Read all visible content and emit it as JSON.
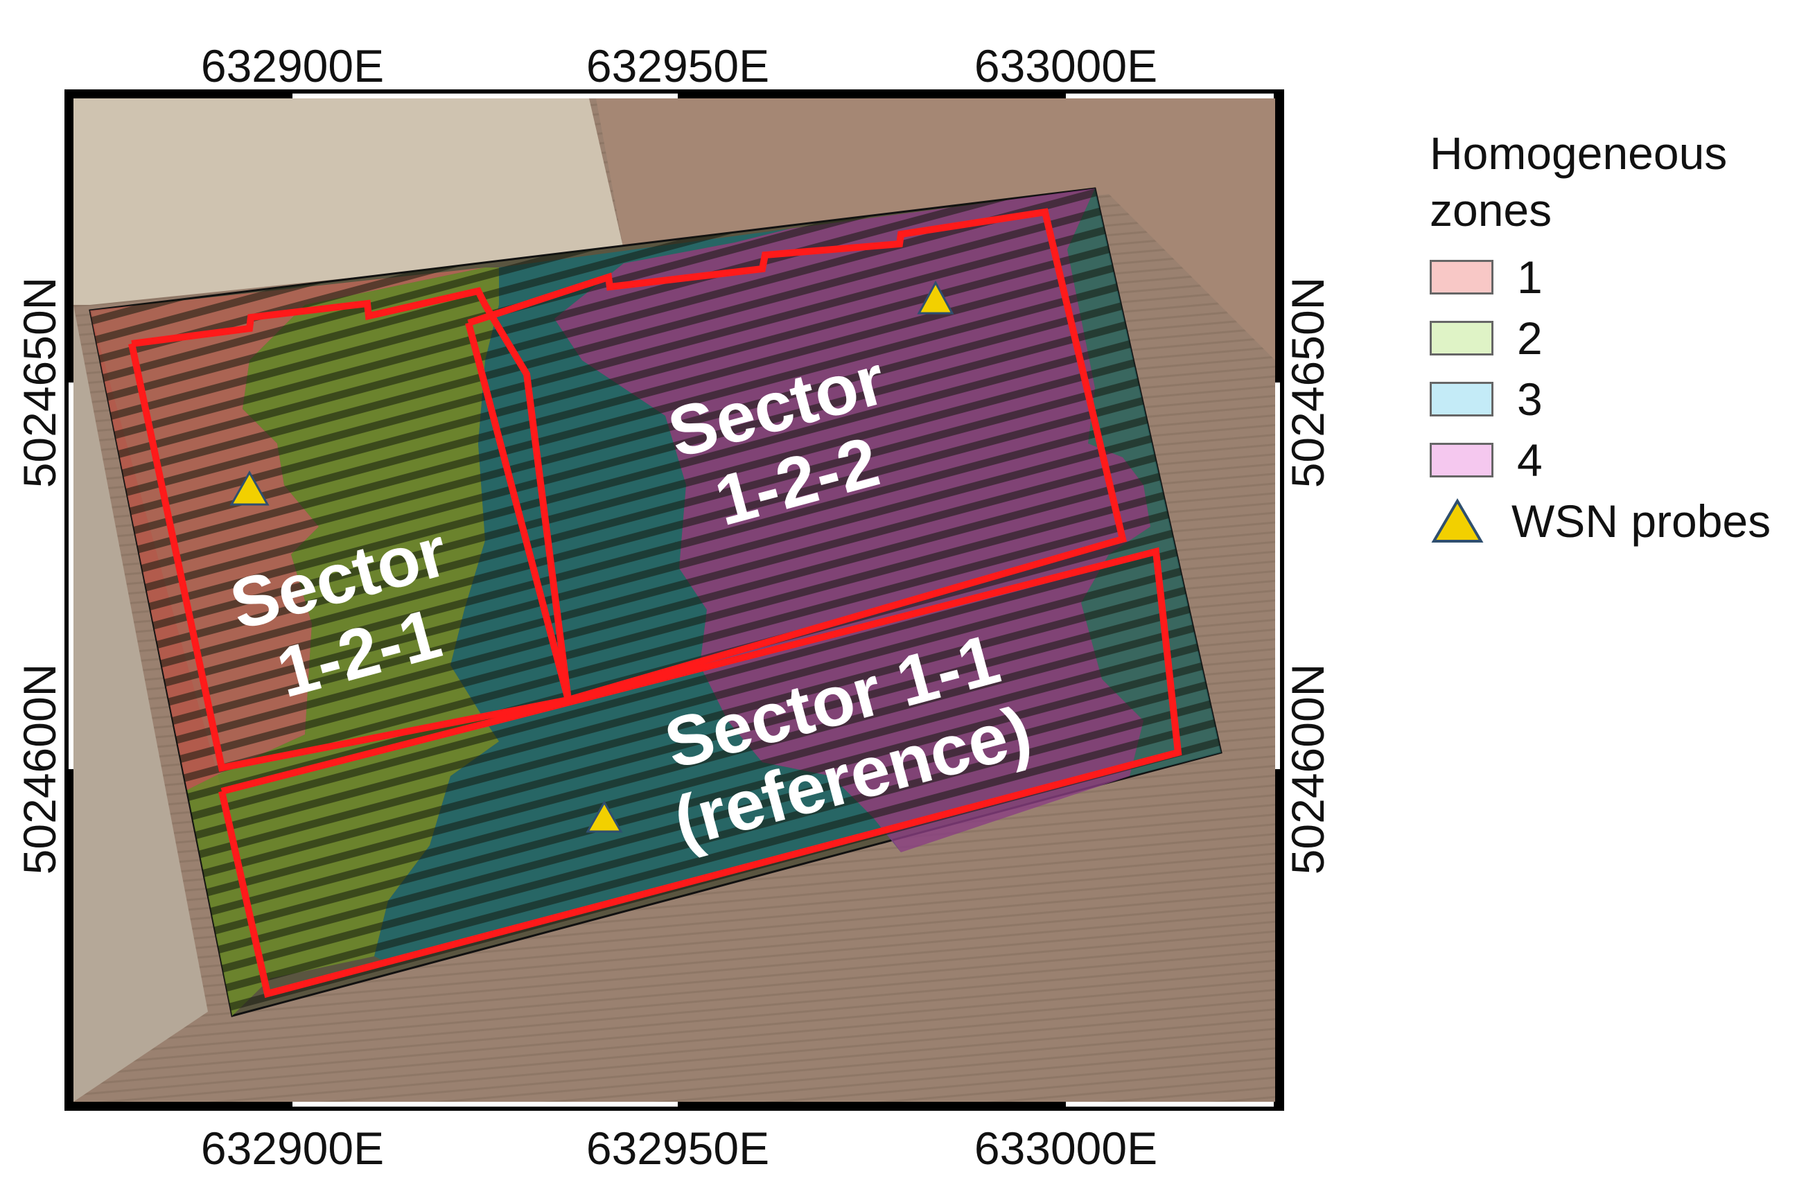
{
  "map": {
    "x_ticks": [
      "632900E",
      "632950E",
      "633000E"
    ],
    "y_ticks": [
      "5024650N",
      "5024600N"
    ],
    "sectors": [
      {
        "lines": [
          "Sector",
          "1-2-1"
        ]
      },
      {
        "lines": [
          "Sector",
          "1-2-2"
        ]
      },
      {
        "lines": [
          "Sector 1-1",
          "(reference)"
        ]
      }
    ],
    "colors": {
      "sector_outline": "#ff1a1a",
      "zone1": "#f8c8c6",
      "zone2": "#dff3c6",
      "zone3": "#c4ebf7",
      "zone4": "#f5c8ef",
      "probe": "#f2d000",
      "probe_outline": "#2f4f6f"
    }
  },
  "legend": {
    "title": "Homogeneous zones",
    "zones": [
      {
        "label": "1",
        "color": "#f8c8c6"
      },
      {
        "label": "2",
        "color": "#dff3c6"
      },
      {
        "label": "3",
        "color": "#c4ebf7"
      },
      {
        "label": "4",
        "color": "#f5c8ef"
      }
    ],
    "probe_label": "WSN probes",
    "probe_icon": "triangle-icon"
  }
}
